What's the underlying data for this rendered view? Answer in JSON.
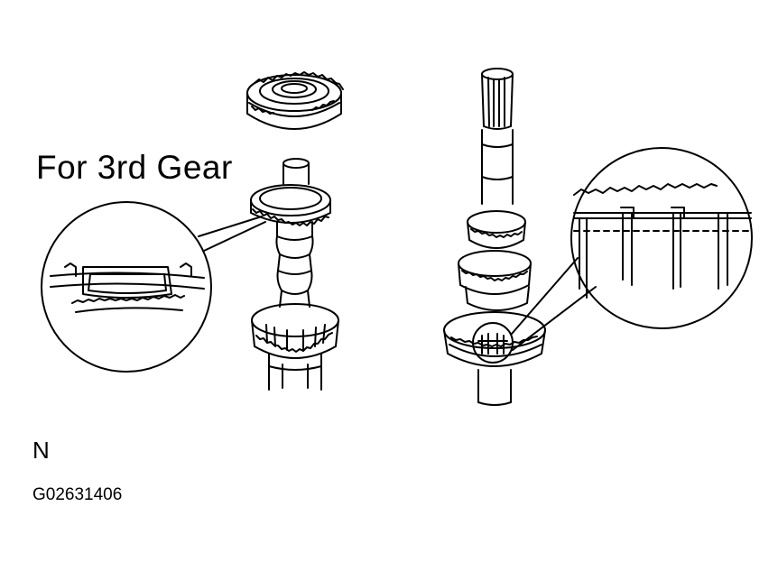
{
  "diagram": {
    "callout_title": "For 3rd Gear",
    "view_letter": "N",
    "figure_code": "G02631406"
  },
  "colors": {
    "ink": "#000000",
    "paper": "#ffffff"
  },
  "icons": [
    "gear-shaft-illustration",
    "magnifier-callout"
  ]
}
